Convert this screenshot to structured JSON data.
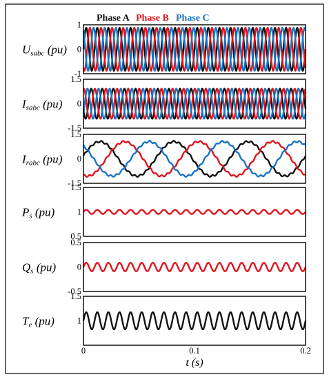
{
  "chart_data": {
    "type": "line",
    "xlabel": "t (s)",
    "xlim": [
      0,
      0.2
    ],
    "xticks": [
      "0",
      "0.1",
      "0.2"
    ],
    "legend": [
      "Phase A",
      "Phase B",
      "Phase C"
    ],
    "colors": {
      "a": "#111111",
      "b": "#e0141e",
      "c": "#1a73c4"
    },
    "panels": [
      {
        "id": "usabc",
        "ylabel": "U",
        "ysub": "sabc",
        "yunit": " (pu)",
        "ylim": [
          -1,
          1
        ],
        "yticks": [
          "1",
          "0",
          "-1"
        ],
        "series": [
          {
            "color": "#111111",
            "kind": "sine",
            "amp": 1.0,
            "freq": 100,
            "phase": 0
          },
          {
            "color": "#e0141e",
            "kind": "sine",
            "amp": 1.0,
            "freq": 100,
            "phase": -120
          },
          {
            "color": "#1a73c4",
            "kind": "sine",
            "amp": 1.0,
            "freq": 100,
            "phase": 120
          }
        ]
      },
      {
        "id": "isabc",
        "ylabel": "I",
        "ysub": "sabc",
        "yunit": " (pu)",
        "ylim": [
          -1.5,
          1.5
        ],
        "yticks": [
          "1.5",
          "0",
          "-1.5"
        ],
        "series": [
          {
            "color": "#111111",
            "kind": "sine",
            "amp": 1.05,
            "freq": 100,
            "phase": 200
          },
          {
            "color": "#e0141e",
            "kind": "sine",
            "amp": 1.05,
            "freq": 100,
            "phase": 80
          },
          {
            "color": "#1a73c4",
            "kind": "sine",
            "amp": 1.05,
            "freq": 100,
            "phase": 320
          }
        ]
      },
      {
        "id": "irabc",
        "ylabel": "I",
        "ysub": "rabc",
        "yunit": " (pu)",
        "ylim": [
          -1.5,
          1.5
        ],
        "yticks": [
          "1.5",
          "0",
          "-1.5"
        ],
        "series": [
          {
            "color": "#111111",
            "kind": "sine",
            "amp": 1.2,
            "freq": 15,
            "phase": 10,
            "ripple": 0.06,
            "rfreq": 200
          },
          {
            "color": "#e0141e",
            "kind": "sine",
            "amp": 1.2,
            "freq": 15,
            "phase": 250,
            "ripple": 0.06,
            "rfreq": 200
          },
          {
            "color": "#1a73c4",
            "kind": "sine",
            "amp": 1.2,
            "freq": 15,
            "phase": 130,
            "ripple": 0.06,
            "rfreq": 200
          }
        ]
      },
      {
        "id": "ps",
        "ylabel": "P",
        "ysub": "s",
        "yunit": " (pu)",
        "ylim": [
          0.5,
          1.5
        ],
        "yticks": [
          "1.5",
          "1",
          "0.5"
        ],
        "series": [
          {
            "color": "#e0141e",
            "kind": "osc",
            "mean": 1.0,
            "amp": 0.05,
            "freq": 100,
            "phase": 0
          }
        ]
      },
      {
        "id": "qs",
        "ylabel": "Q",
        "ysub": "s",
        "yunit": " (pu)",
        "ylim": [
          -0.5,
          0.5
        ],
        "yticks": [
          "0.5",
          "0",
          "-0.5"
        ],
        "series": [
          {
            "color": "#e0141e",
            "kind": "osc",
            "mean": 0.0,
            "amp": 0.1,
            "freq": 100,
            "phase": 0
          }
        ]
      },
      {
        "id": "te",
        "ylabel": "T",
        "ysub": "e",
        "yunit": " (pu)",
        "ylim": [
          0.5,
          1.5
        ],
        "yticks": [
          "1.5",
          "1",
          ""
        ],
        "series": [
          {
            "color": "#111111",
            "kind": "osc",
            "mean": 1.0,
            "amp": 0.2,
            "freq": 100,
            "phase": 0
          }
        ]
      }
    ]
  }
}
